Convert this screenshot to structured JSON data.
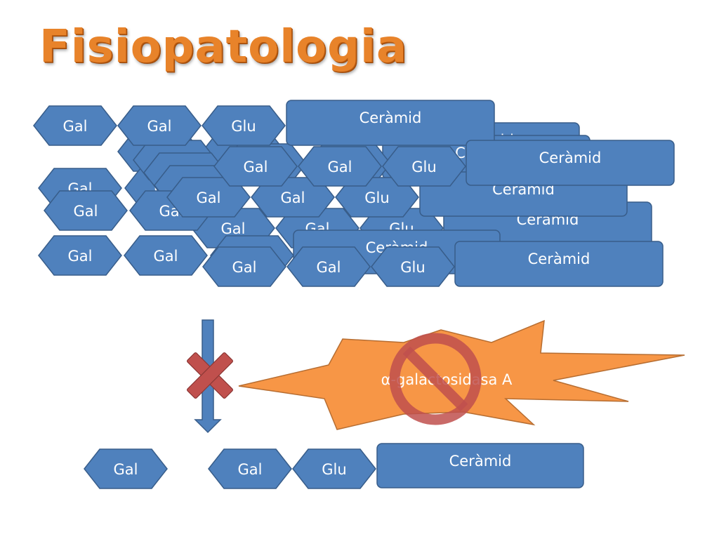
{
  "title": "Fisiopatologia",
  "labels": {
    "gal": "Gal",
    "glu": "Glu",
    "ceramid": "Ceràmid",
    "enzyme": "α-galactosidasa A"
  },
  "colors": {
    "block_fill": "#4f81bd",
    "block_stroke": "#385d8a",
    "title": "#e8832a",
    "explosion": "#f79646",
    "prohibition": "#c0504d"
  },
  "result_row": [
    "Gal",
    "Gal",
    "Glu",
    "Ceràmid"
  ]
}
